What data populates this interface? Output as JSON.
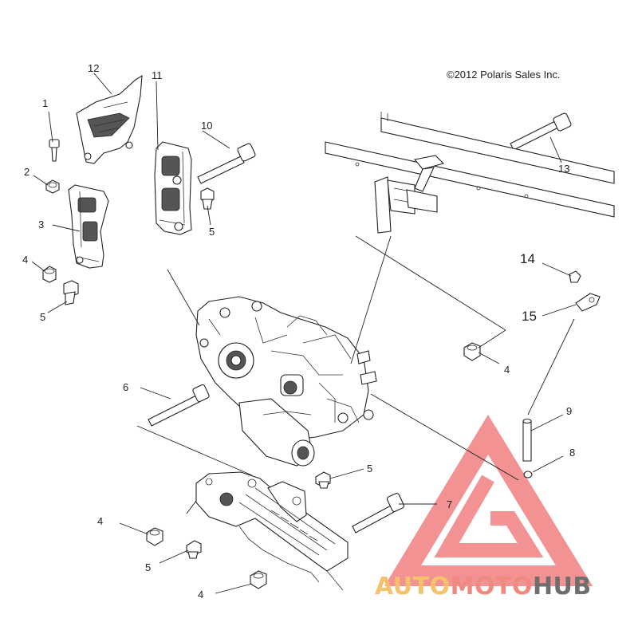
{
  "copyright": "©2012 Polaris Sales Inc.",
  "callouts": {
    "c1": "1",
    "c2": "2",
    "c3": "3",
    "c4a": "4",
    "c5a": "5",
    "c6": "6",
    "c7": "7",
    "c8": "8",
    "c9": "9",
    "c10": "10",
    "c11": "11",
    "c12": "12",
    "c13": "13",
    "c14": "14",
    "c15": "15",
    "c4b": "4",
    "c4c": "4",
    "c4d": "4",
    "c5b": "5",
    "c5c": "5",
    "c5d": "5"
  },
  "watermark": {
    "part1": "AUTO",
    "part2": "MOTO",
    "part3": "HUB",
    "colors": {
      "auto": "#f5c26b",
      "moto": "#f08a80",
      "hub": "#6e6e6e",
      "logo": "#f07f7f"
    }
  }
}
